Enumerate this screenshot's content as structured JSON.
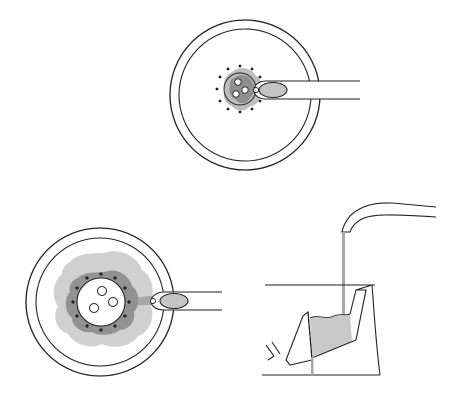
{
  "colors": {
    "stroke": "#222222",
    "fill_dark": "#8c8c8c",
    "fill_mid": "#b0b0b0",
    "fill_light": "#d2d2d2",
    "liquid": "#c9c9c9",
    "stream": "#a8a8a8",
    "background": "#ffffff"
  },
  "diagram": {
    "top_view_small": {
      "components": [
        "outer-ring",
        "inner-ring",
        "stain-blob",
        "plug-disc",
        "three-holes",
        "bolt-dots",
        "pipe",
        "drop"
      ]
    },
    "top_view_large": {
      "components": [
        "outer-ring",
        "inner-ring",
        "stain-light",
        "stain-dark",
        "plug-disc",
        "three-holes",
        "bolt-dots",
        "pipe",
        "drop"
      ]
    },
    "side_view": {
      "components": [
        "spout",
        "stream",
        "vessel-walls",
        "liquid-fill",
        "funnel-edges"
      ]
    }
  }
}
